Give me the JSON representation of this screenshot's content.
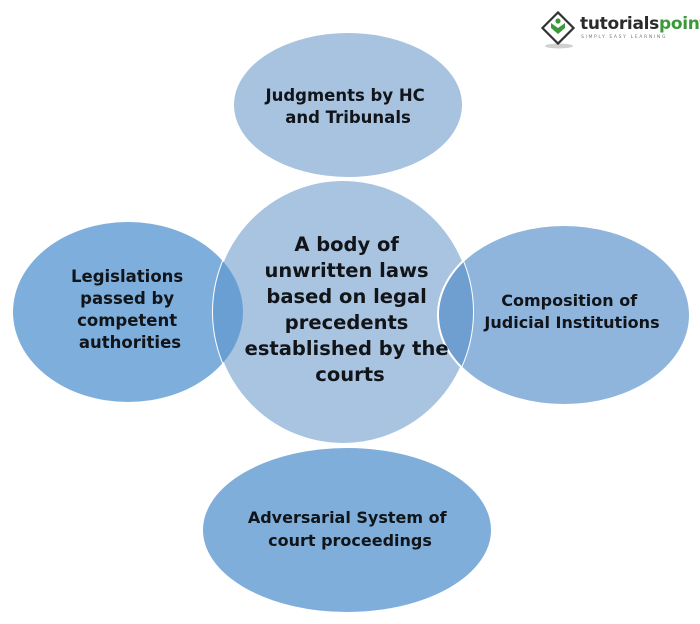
{
  "logo": {
    "brand_main": "tutorials",
    "brand_accent": "point",
    "tagline": "SIMPLY EASY LEARNING"
  },
  "colors": {
    "top": "#a7c3e0",
    "center": "#a9c4e0",
    "left": "#7eaedc",
    "right": "#8fb5dc",
    "bottom": "#7faedb",
    "overlap_left": "#6a9fd3",
    "overlap_right": "#6f9fd0",
    "text": "#111418"
  },
  "center": {
    "lines": [
      "A body of",
      "unwritten laws",
      "based on legal",
      "precedents",
      "established by the",
      "courts"
    ]
  },
  "nodes": {
    "top": {
      "lines": [
        "Judgments by HC",
        "and Tribunals"
      ]
    },
    "left": {
      "lines": [
        "Legislations",
        "passed by",
        "competent",
        "authorities"
      ]
    },
    "right": {
      "lines": [
        "Composition of",
        "Judicial Institutions"
      ]
    },
    "bottom": {
      "lines": [
        "Adversarial System of",
        "court proceedings"
      ]
    }
  }
}
